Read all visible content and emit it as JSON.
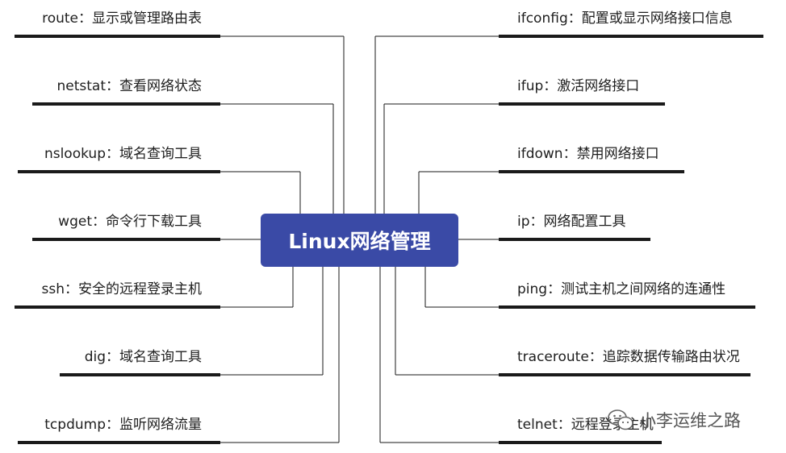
{
  "center": {
    "title": "Linux网络管理"
  },
  "left_branches": [
    {
      "command": "route",
      "desc": "显示或管理路由表"
    },
    {
      "command": "netstat",
      "desc": "查看网络状态"
    },
    {
      "command": "nslookup",
      "desc": "域名查询工具"
    },
    {
      "command": "wget",
      "desc": "命令行下载工具"
    },
    {
      "command": "ssh",
      "desc": "安全的远程登录主机"
    },
    {
      "command": "dig",
      "desc": "域名查询工具"
    },
    {
      "command": "tcpdump",
      "desc": "监听网络流量"
    }
  ],
  "right_branches": [
    {
      "command": "ifconfig",
      "desc": "配置或显示网络接口信息"
    },
    {
      "command": "ifup",
      "desc": "激活网络接口"
    },
    {
      "command": "ifdown",
      "desc": "禁用网络接口"
    },
    {
      "command": "ip",
      "desc": "网络配置工具"
    },
    {
      "command": "ping",
      "desc": "测试主机之间网络的连通性"
    },
    {
      "command": "traceroute",
      "desc": "追踪数据传输路由状况"
    },
    {
      "command": "telnet",
      "desc": "远程登录主机"
    }
  ],
  "separator": "：",
  "watermark": {
    "text": "小李运维之路",
    "icon": "wechat-icon"
  },
  "colors": {
    "node": "#3a4aa6",
    "line": "#1a1a1a",
    "text": "#1e1e1e"
  }
}
